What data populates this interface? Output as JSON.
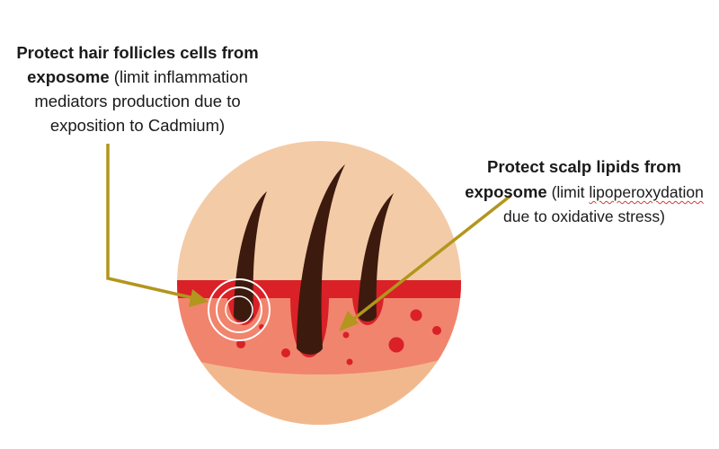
{
  "annotations": {
    "follicles": {
      "bold": "Protect hair follicles cells from exposome",
      "regular": " (limit inflammation mediators production due to exposition to Cadmium)"
    },
    "lipids": {
      "bold": "Protect scalp lipids from exposome",
      "regular_before": " (limit ",
      "flagged_word": "lipoperoxydation",
      "regular_after": " due to oxidative stress)"
    }
  },
  "colors": {
    "hair": "#3d1a0e",
    "skin_top": "#f4cba7",
    "dermis": "#f1846d",
    "epidermis_band": "#d92127",
    "blood_dots": "#d92127",
    "subcutis": "#f2b88d",
    "arrow": "#b2961d",
    "highlight_rings": "#ffffff"
  },
  "icons": {
    "follicle_highlight": "concentric-rings-icon"
  }
}
